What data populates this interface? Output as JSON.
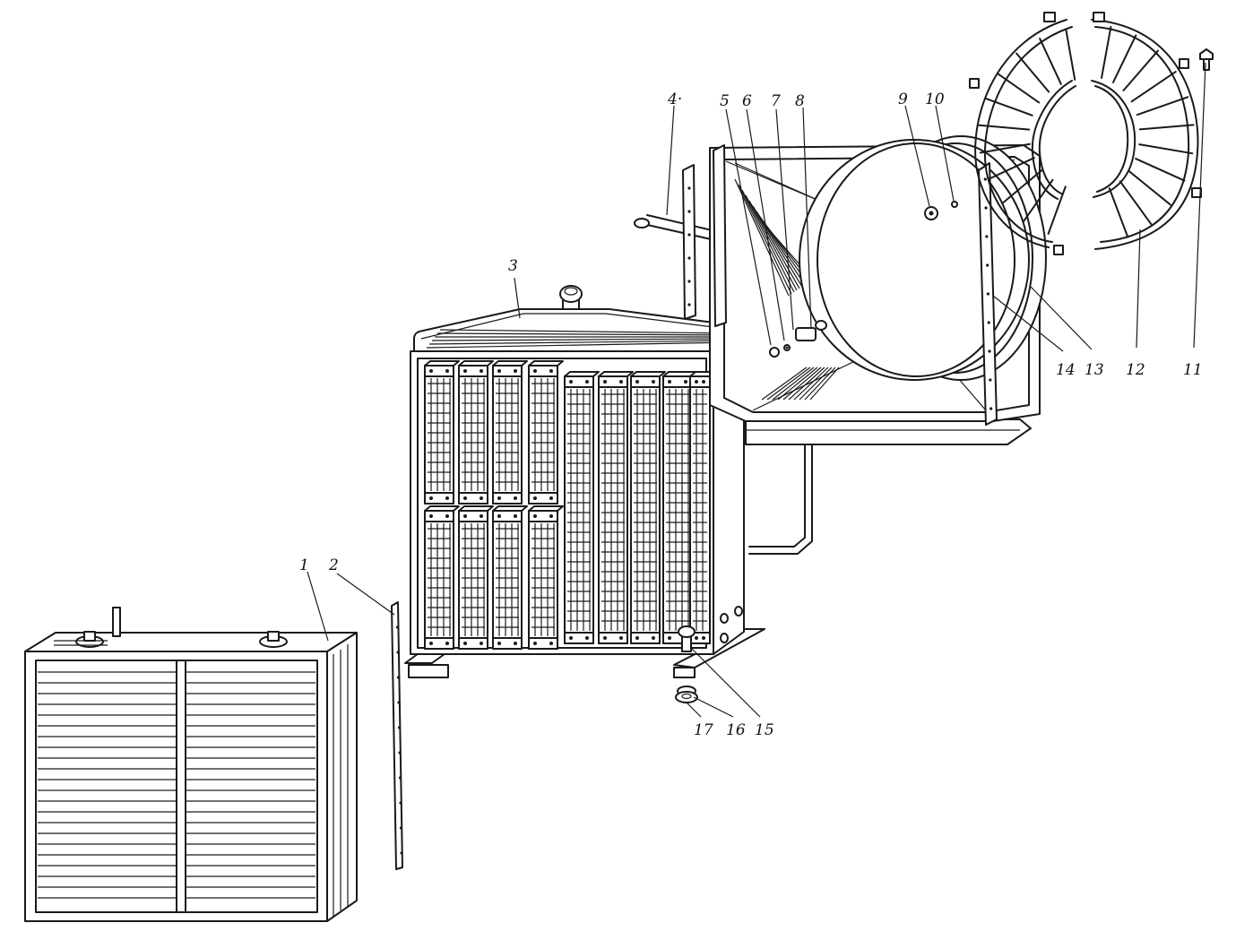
{
  "callouts": {
    "c1": "1",
    "c2": "2",
    "c3": "3",
    "c4": "4·",
    "c5": "5",
    "c6": "6",
    "c7": "7",
    "c8": "8",
    "c9": "9",
    "c10": "10",
    "c11": "11",
    "c12": "12",
    "c13": "13",
    "c14": "14",
    "c15": "15",
    "c16": "16",
    "c17": "17"
  },
  "colors": {
    "ink": "#1a1a1a",
    "paper": "#ffffff"
  }
}
